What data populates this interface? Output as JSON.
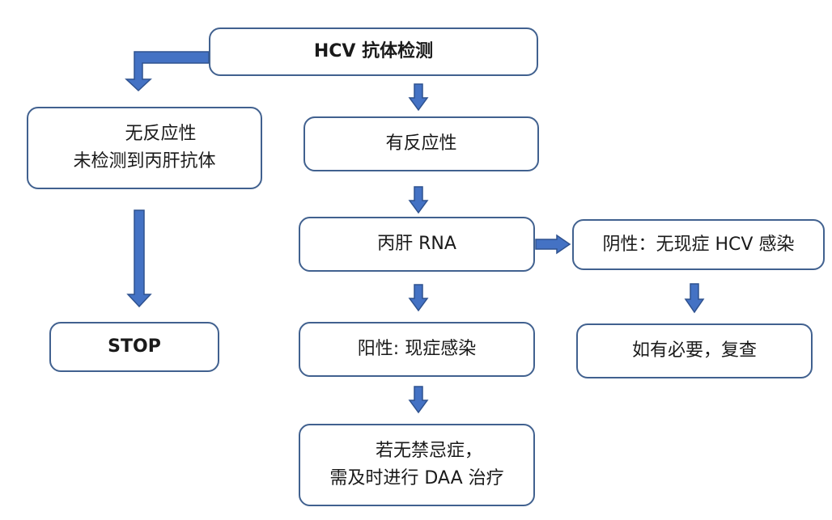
{
  "diagram": {
    "colors": {
      "arrow_fill": "#4472c4",
      "arrow_stroke": "#2f528f",
      "node_border": "#41618f"
    },
    "nodes": {
      "hcv_test": {
        "label": "HCV 抗体检测"
      },
      "non_reactive": {
        "line1": "无反应性",
        "line2": "未检测到丙肝抗体"
      },
      "stop": {
        "label": "STOP"
      },
      "reactive": {
        "label": "有反应性"
      },
      "hcv_rna": {
        "label": "丙肝 RNA"
      },
      "negative": {
        "label": "阴性：无现症 HCV 感染"
      },
      "retest": {
        "label": "如有必要，复查"
      },
      "positive": {
        "label": "阳性: 现症感染"
      },
      "treatment": {
        "line1": "若无禁忌症，",
        "line2": "需及时进行 DAA 治疗"
      }
    }
  }
}
